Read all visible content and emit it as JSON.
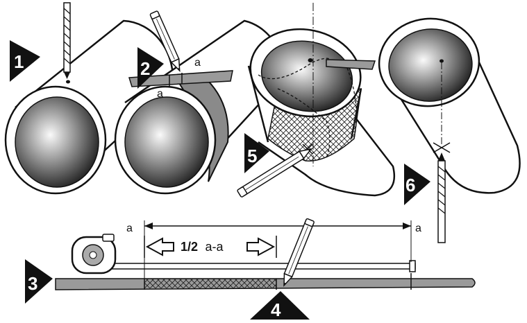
{
  "diagram": {
    "steps": [
      "1",
      "2",
      "3",
      "4",
      "5",
      "6"
    ],
    "labels": {
      "strip_a_top": "a",
      "strip_a_bottom": "a",
      "dim_left": "a",
      "dim_right": "a",
      "half_bold": "1/2",
      "half_rest": "a-a"
    }
  }
}
